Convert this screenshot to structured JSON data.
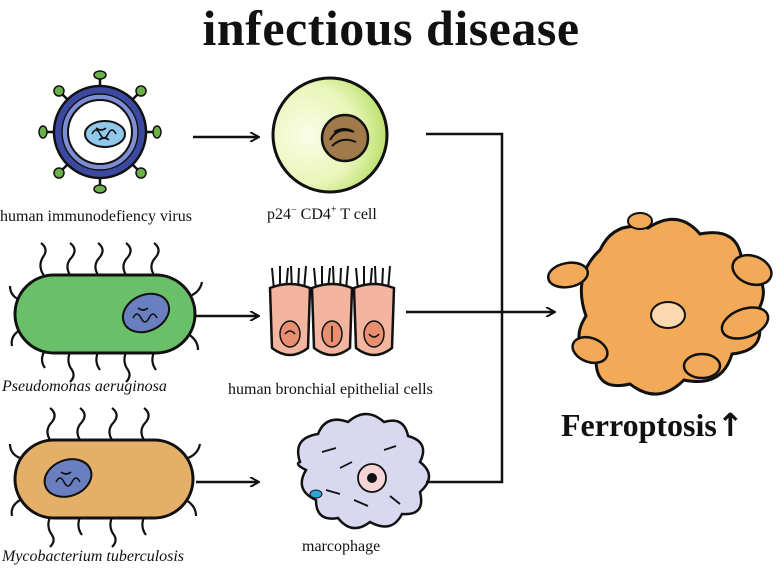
{
  "title": "infectious disease",
  "pathogens": [
    {
      "label": "human immunodefiency virus",
      "italic": false
    },
    {
      "label": "Pseudomonas aeruginosa",
      "italic": true
    },
    {
      "label": "Mycobacterium tuberculosis",
      "italic": true
    }
  ],
  "target_cells": [
    {
      "label_parts": {
        "a": "p24",
        "a_sup": "−",
        "b": " CD4",
        "b_sup": "+",
        "c": " T cell"
      }
    },
    {
      "label": "human bronchial epithelial cells"
    },
    {
      "label": "marcophage"
    }
  ],
  "outcome": {
    "label": "Ferroptosis",
    "arrow": "↑"
  },
  "colors": {
    "virus_capsid": "#3b4aa0",
    "virus_spike_tip": "#6cb04a",
    "nucleus_blue": "#8fc8ea",
    "bacterium_green": "#6abf69",
    "bacterium_tan": "#e4b068",
    "bacterium_nucleus": "#6a7fc0",
    "tcell_green": "#a6d84f",
    "epithelial_pink": "#f3b5a0",
    "macrophage": "#d8d9f0",
    "ferroptosis_orange": "#f2aa58"
  }
}
